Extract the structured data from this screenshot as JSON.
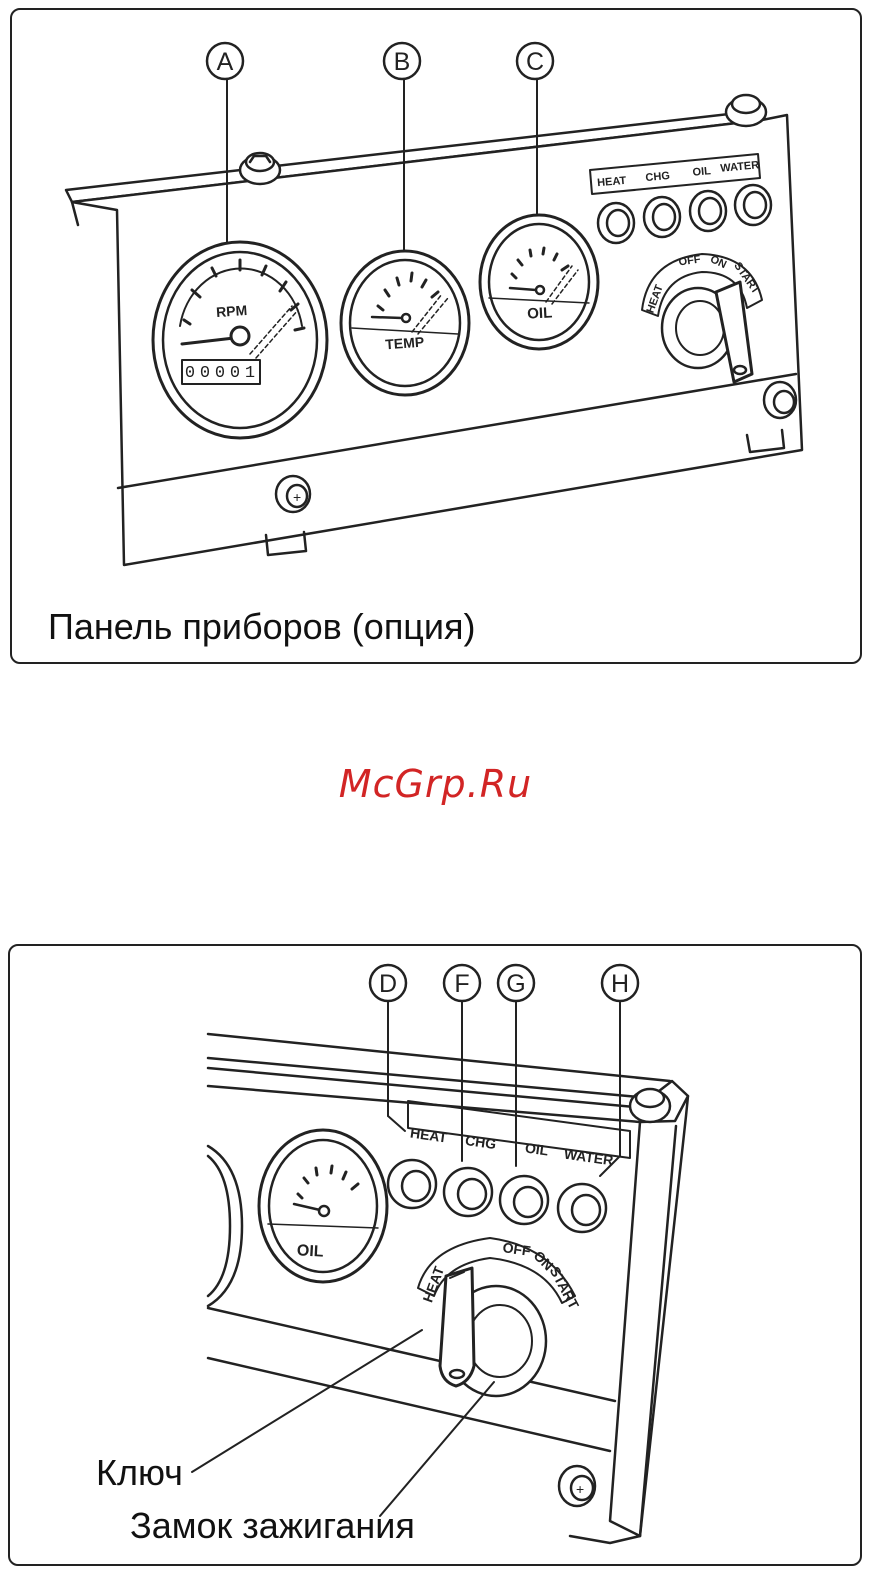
{
  "figure1": {
    "callouts": [
      "A",
      "B",
      "C"
    ],
    "gauges": {
      "rpm_label": "RPM",
      "temp_label": "TEMP",
      "oil_label": "OIL"
    },
    "hour_meter_digits": [
      "0",
      "0",
      "0",
      "0",
      "1"
    ],
    "indicator_labels": [
      "HEAT",
      "CHG",
      "OIL",
      "WATER"
    ],
    "switch_positions": [
      "HEAT",
      "OFF",
      "ON",
      "START"
    ],
    "caption": "Панель приборов (опция)"
  },
  "watermark": "McGrp.Ru",
  "figure2": {
    "callouts": [
      "D",
      "F",
      "G",
      "H"
    ],
    "oil_label": "OIL",
    "indicator_labels": [
      "HEAT",
      "CHG",
      "OIL",
      "WATER"
    ],
    "switch_positions": [
      "HEAT",
      "OFF",
      "ON",
      "START"
    ],
    "key_label": "Ключ",
    "lock_label": "Замок зажигания"
  },
  "colors": {
    "ink": "#222222",
    "watermark": "#d22525"
  }
}
